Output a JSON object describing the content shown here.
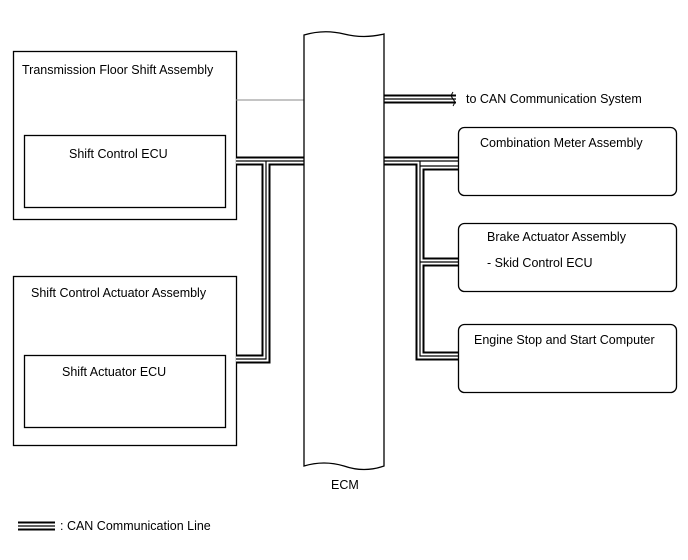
{
  "transmission_floor_shift": {
    "title": "Transmission Floor Shift Assembly",
    "ecu": "Shift Control ECU"
  },
  "shift_control_actuator": {
    "title": "Shift Control Actuator Assembly",
    "ecu": "Shift Actuator ECU"
  },
  "ecm": {
    "label": "ECM"
  },
  "can_system": {
    "label": "to CAN Communication System"
  },
  "combination_meter": {
    "title": "Combination Meter Assembly"
  },
  "brake_actuator": {
    "title": "Brake Actuator Assembly",
    "ecu": "- Skid Control ECU"
  },
  "engine_stop_start": {
    "title": "Engine Stop and Start Computer"
  },
  "legend": {
    "label": ": CAN Communication Line"
  }
}
